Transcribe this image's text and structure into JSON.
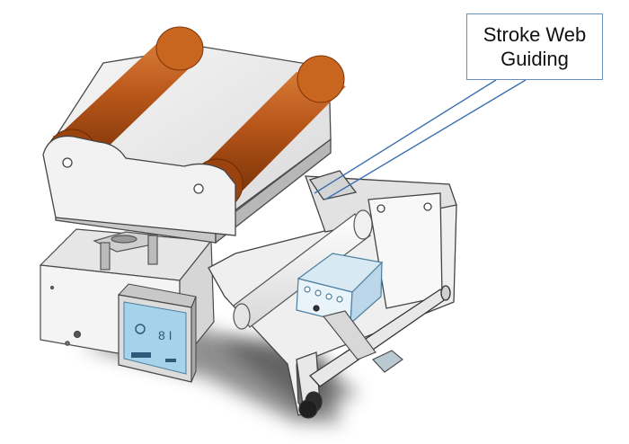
{
  "callout": {
    "line1": "Stroke Web",
    "line2": "Guiding"
  },
  "colors": {
    "roller": "#b8561a",
    "roller_dark": "#8a3a0c",
    "frame": "#ececec",
    "frame_edge": "#4a4a4a",
    "callout_border": "#6a8fb8",
    "leader": "#3a6fb0",
    "panel_blue": "#7ab4d4"
  },
  "icons": [
    "guide-unit",
    "control-panel",
    "rollers",
    "cross-bar",
    "knob"
  ]
}
